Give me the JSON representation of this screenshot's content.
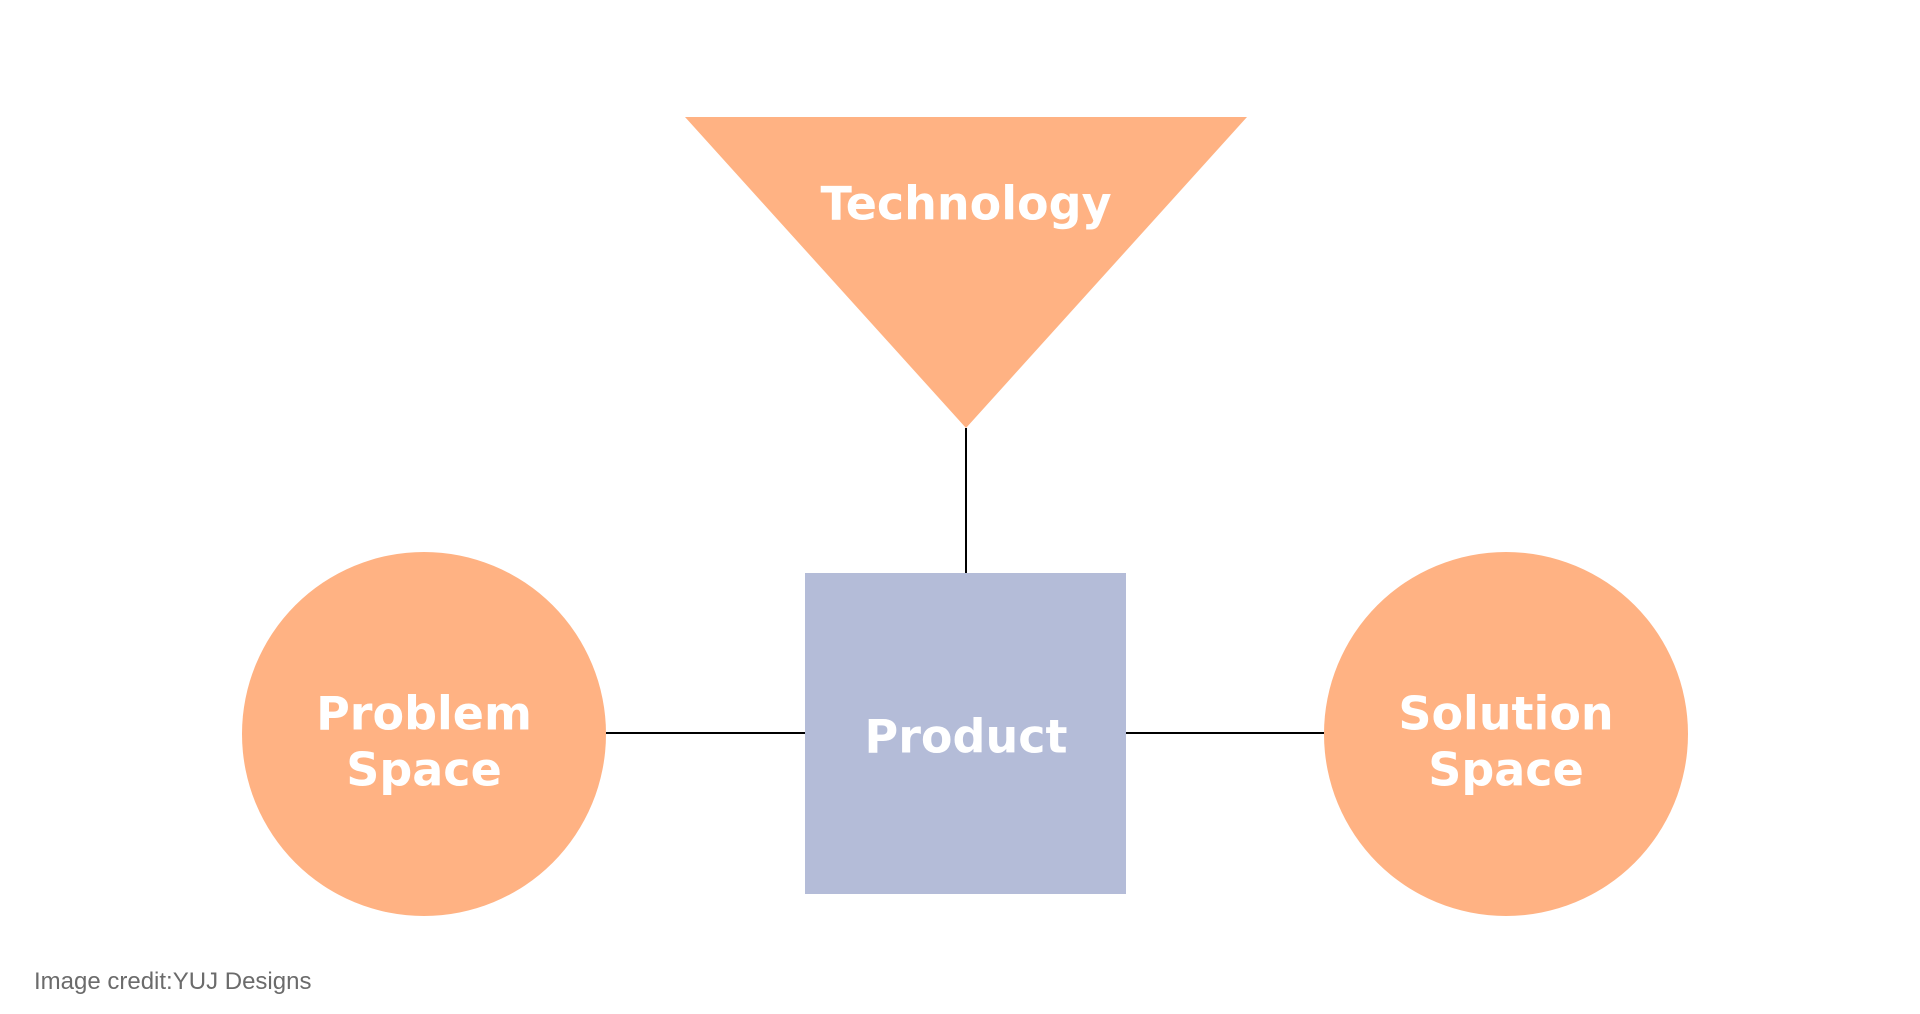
{
  "colors": {
    "background": "#ffffff",
    "accent_orange": "#FFB283",
    "product_fill": "#B4BCD8",
    "connector": "#000000",
    "label_text": "#ffffff",
    "credit_text": "#6b6b6b"
  },
  "diagram": {
    "technology": {
      "label": "Technology",
      "shape": "inverted-triangle"
    },
    "product": {
      "label": "Product",
      "shape": "square"
    },
    "problem_space": {
      "label_line1": "Problem",
      "label_line2": "Space",
      "shape": "circle"
    },
    "solution_space": {
      "label_line1": "Solution",
      "label_line2": "Space",
      "shape": "circle"
    }
  },
  "footer": {
    "credit": "Image credit:YUJ Designs"
  }
}
